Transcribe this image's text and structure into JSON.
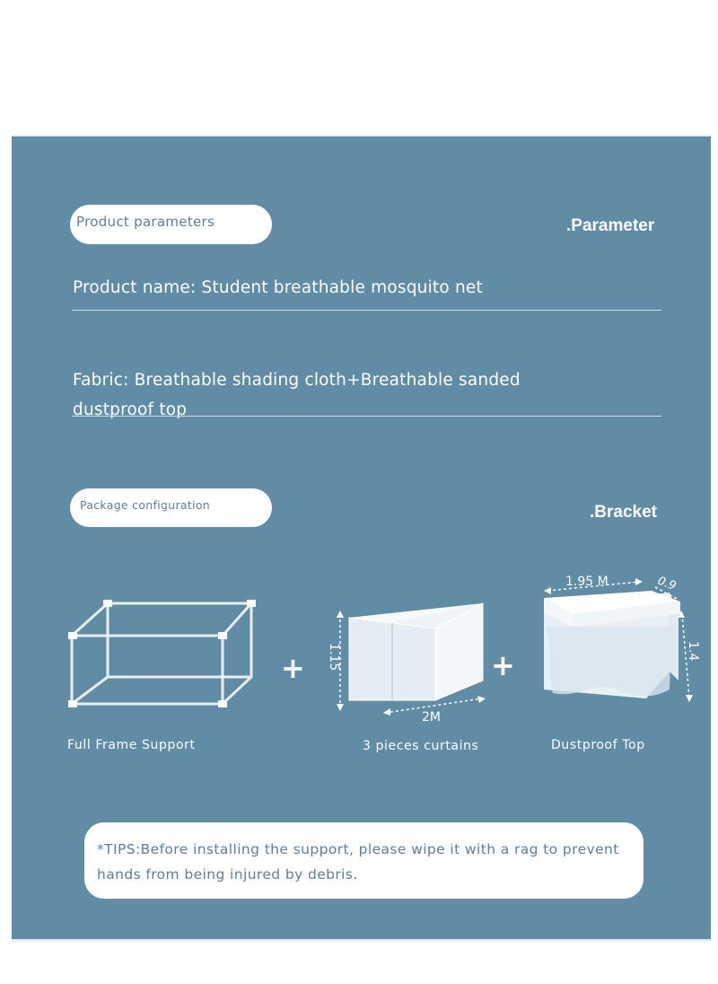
{
  "parameters": {
    "pill_label": "Product parameters",
    "tag": ".Parameter",
    "product_name": "Product name: Student breathable mosquito net",
    "fabric_line1": "Fabric: Breathable shading cloth+Breathable sanded",
    "fabric_line2": "dustproof top"
  },
  "package": {
    "pill_label": "Package configuration",
    "tag": ".Bracket",
    "items": [
      {
        "caption": "Full Frame Support"
      },
      {
        "caption": "3 pieces curtains",
        "height_label": "1.15",
        "width_label": "2M"
      },
      {
        "caption": "Dustproof Top",
        "length_label": "1.95 M",
        "depth_label": "0.9",
        "height_label": "1.4"
      }
    ],
    "plus": "+"
  },
  "tips": {
    "text": "*TIPS:Before installing the support, please wipe it with a rag to prevent hands from being injured by debris."
  },
  "colors": {
    "panel": "#618ca6",
    "pill_text": "#5f7f95",
    "white": "#ffffff"
  }
}
